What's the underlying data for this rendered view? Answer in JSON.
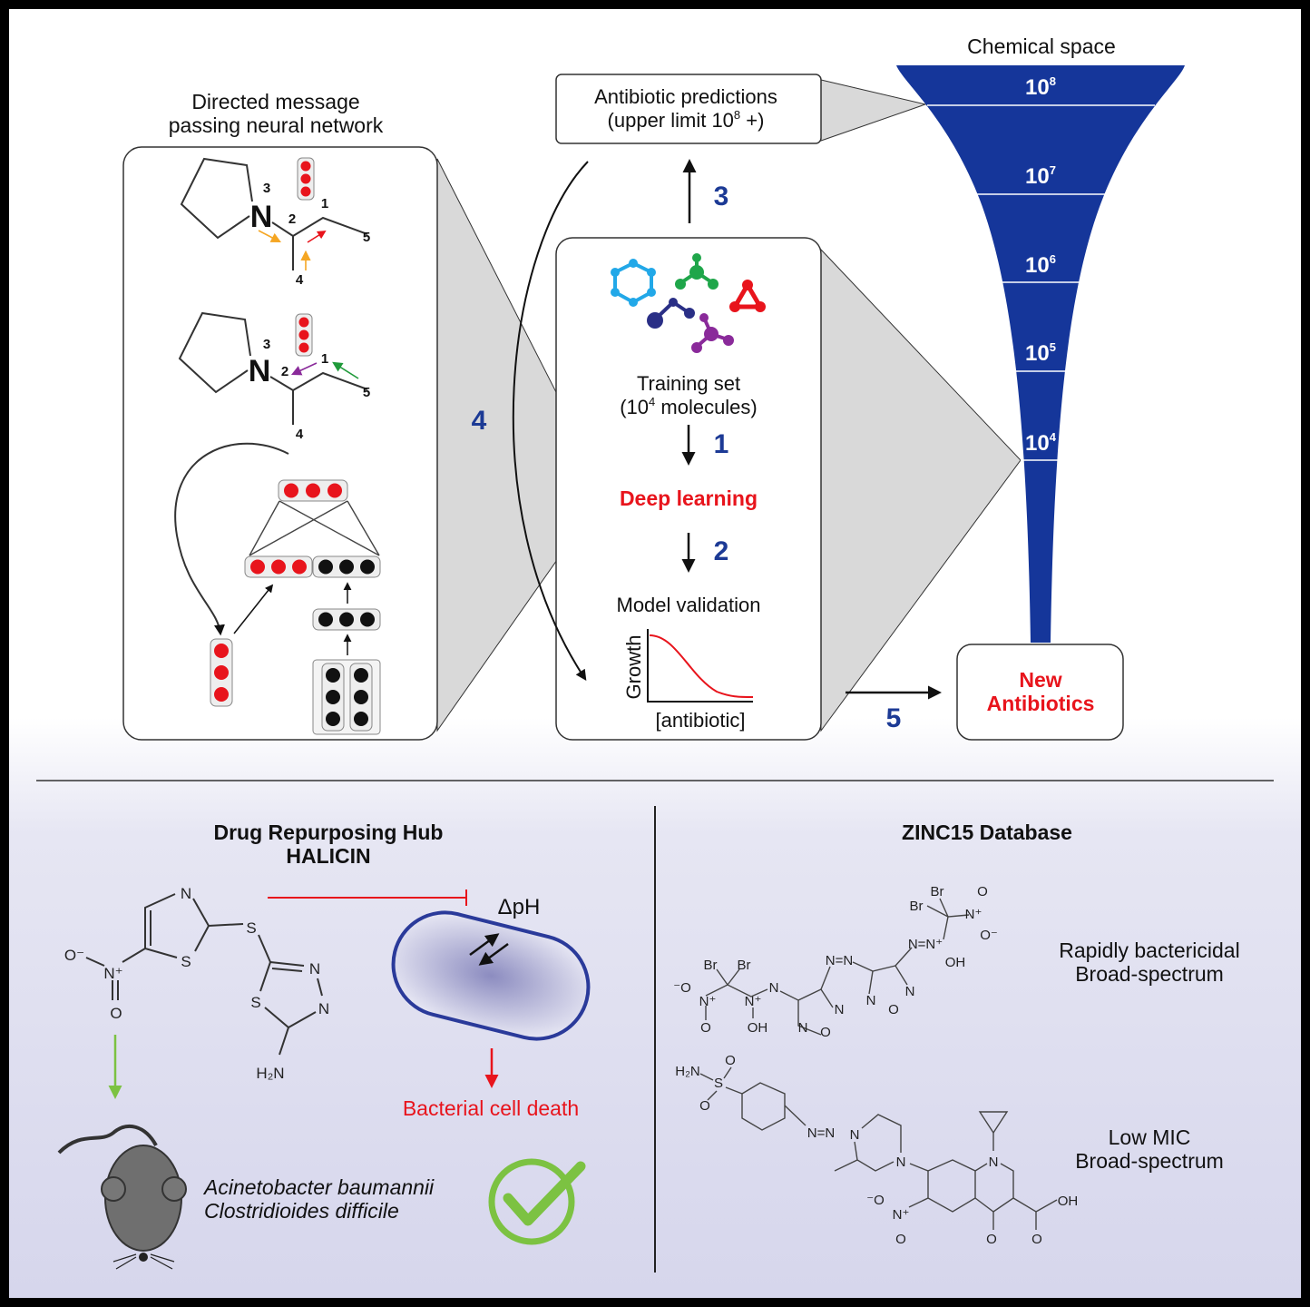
{
  "colors": {
    "accent_blue": "#1c3a95",
    "funnel_blue": "#15369a",
    "red": "#e8141c",
    "green": "#7cc242",
    "gray_zoom": "#d9d9d9",
    "lavender": "#d9d9ee"
  },
  "top": {
    "dmpnn_title_line1": "Directed message",
    "dmpnn_title_line2": "passing neural network",
    "mol_labels": {
      "n": "N",
      "a1": "1",
      "a2": "2",
      "a3": "3",
      "a4": "4",
      "a5": "5"
    },
    "predictions_line1": "Antibiotic predictions",
    "predictions_line2_pre": "(upper limit 10",
    "predictions_line2_exp": "8",
    "predictions_line2_post": " +)",
    "training_line1": "Training set",
    "training_line2_pre": "(10",
    "training_line2_exp": "4",
    "training_line2_post": " molecules)",
    "deep_learning": "Deep learning",
    "model_validation": "Model validation",
    "growth_axis": "Growth",
    "antibiotic_axis": "[antibiotic]",
    "new_antibiotics_line1": "New",
    "new_antibiotics_line2": "Antibiotics",
    "chemical_space": "Chemical space",
    "funnel_levels": [
      {
        "base": "10",
        "exp": "8"
      },
      {
        "base": "10",
        "exp": "7"
      },
      {
        "base": "10",
        "exp": "6"
      },
      {
        "base": "10",
        "exp": "5"
      },
      {
        "base": "10",
        "exp": "4"
      }
    ],
    "steps": {
      "s1": "1",
      "s2": "2",
      "s3": "3",
      "s4": "4",
      "s5": "5"
    }
  },
  "bottom_left": {
    "title_line1": "Drug Repurposing Hub",
    "title_line2": "HALICIN",
    "halicin_atoms": [
      "N",
      "S",
      "S",
      "N",
      "N",
      "S",
      "H₂N",
      "O⁻",
      "N⁺",
      "O"
    ],
    "delta_ph": "ΔpH",
    "cell_death": "Bacterial cell death",
    "species_1": "Acinetobacter baumannii",
    "species_2": "Clostridioides difficile"
  },
  "bottom_right": {
    "title": "ZINC15 Database",
    "mol1_atoms": [
      "Br",
      "Br",
      "⁻O",
      "N⁺",
      "O",
      "N⁺",
      "N",
      "OH",
      "N=N",
      "N",
      "N",
      "O",
      "N",
      "O",
      "N",
      "N=N⁺",
      "OH",
      "Br",
      "Br",
      "N⁺",
      "O",
      "O⁻"
    ],
    "mol1_desc_line1": "Rapidly bactericidal",
    "mol1_desc_line2": "Broad-spectrum",
    "mol2_atoms": [
      "H₂N",
      "S",
      "O",
      "O",
      "N=N",
      "N",
      "N",
      "N",
      "⁻O",
      "N⁺",
      "O",
      "O",
      "OH",
      "O"
    ],
    "mol2_desc_line1": "Low MIC",
    "mol2_desc_line2": "Broad-spectrum"
  }
}
